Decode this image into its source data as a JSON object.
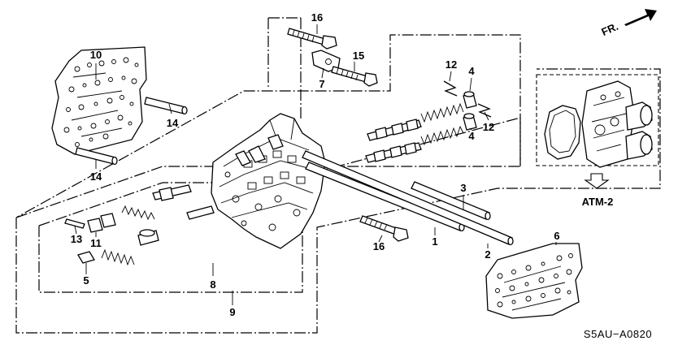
{
  "diagram": {
    "direction_label": "FR.",
    "inset_reference": "ATM-2",
    "drawing_code": "S5AU−A0820",
    "callouts": {
      "c1": "1",
      "c2": "2",
      "c3": "3",
      "c4a": "4",
      "c4b": "4",
      "c5": "5",
      "c6": "6",
      "c7": "7",
      "c8": "8",
      "c9": "9",
      "c10": "10",
      "c11": "11",
      "c12a": "12",
      "c12b": "12",
      "c13": "13",
      "c14a": "14",
      "c14b": "14",
      "c15": "15",
      "c16a": "16",
      "c16b": "16"
    }
  }
}
